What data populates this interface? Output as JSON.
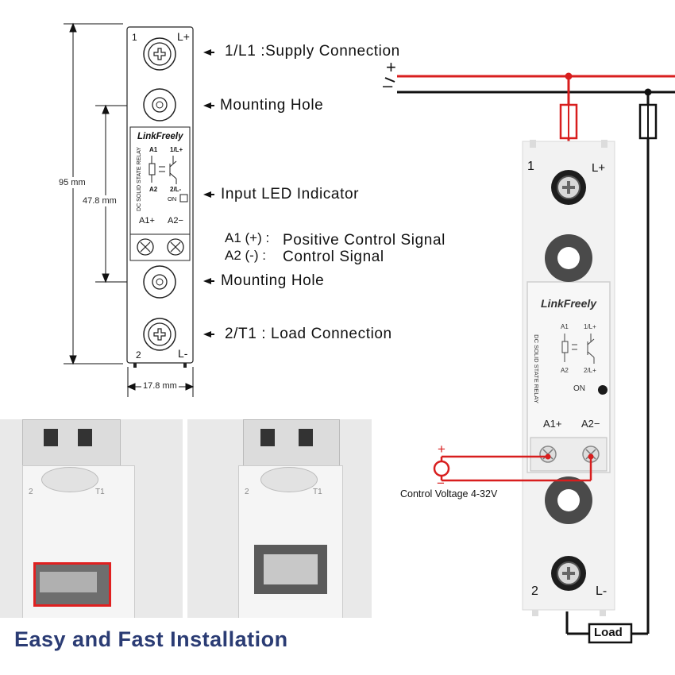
{
  "dimensions": {
    "height_total": "95 mm",
    "height_mid": "47.8 mm",
    "width": "17.8 mm"
  },
  "module_small": {
    "terminal_top_left": "1",
    "terminal_top_right": "L+",
    "terminal_bottom_left": "2",
    "terminal_bottom_right": "L-",
    "brand": "LinkFreely",
    "side_text": "DC SOLID STATE RELAY",
    "a1": "A1",
    "a2": "A2",
    "l1": "1/L+",
    "l2": "2/L-",
    "on": "ON",
    "a1_plus": "A1+",
    "a2_minus": "A2−"
  },
  "callouts": [
    {
      "label": "1/L1 :Supply Connection"
    },
    {
      "label": "Mounting Hole"
    },
    {
      "label": "Input LED Indicator"
    },
    {
      "label": "A1 (+) :Positive Control Signal"
    },
    {
      "label": "A2 (-) : Control Signal"
    },
    {
      "label": "Mounting Hole"
    },
    {
      "label": "2/T1 : Load Connection"
    }
  ],
  "callouts_split": {
    "a1_prefix": "A1 (+) :",
    "a1_text": "Positive Control Signal",
    "a2_prefix": "A2 (-) :",
    "a2_text": "Control Signal"
  },
  "wiring": {
    "plus": "+",
    "minus": "–",
    "control_plus": "+",
    "control_minus": "−",
    "control_voltage": "Control Voltage 4-32V",
    "load": "Load",
    "colors": {
      "positive": "#d81e1e",
      "negative": "#111111"
    }
  },
  "module_large": {
    "terminal_top_left": "1",
    "terminal_top_right": "L+",
    "terminal_bottom_left": "2",
    "terminal_bottom_right": "L-",
    "brand": "LinkFreely",
    "side_text": "DC SOLID STATE RELAY",
    "a1": "A1",
    "a2": "A2",
    "l1": "1/L+",
    "l2": "2/L+",
    "on": "ON",
    "a1_plus": "A1+",
    "a2_minus": "A2−"
  },
  "photos": {
    "marks": [
      "2",
      "T1"
    ]
  },
  "footer": {
    "title": "Easy and Fast Installation",
    "title_color": "#2b3c74"
  }
}
